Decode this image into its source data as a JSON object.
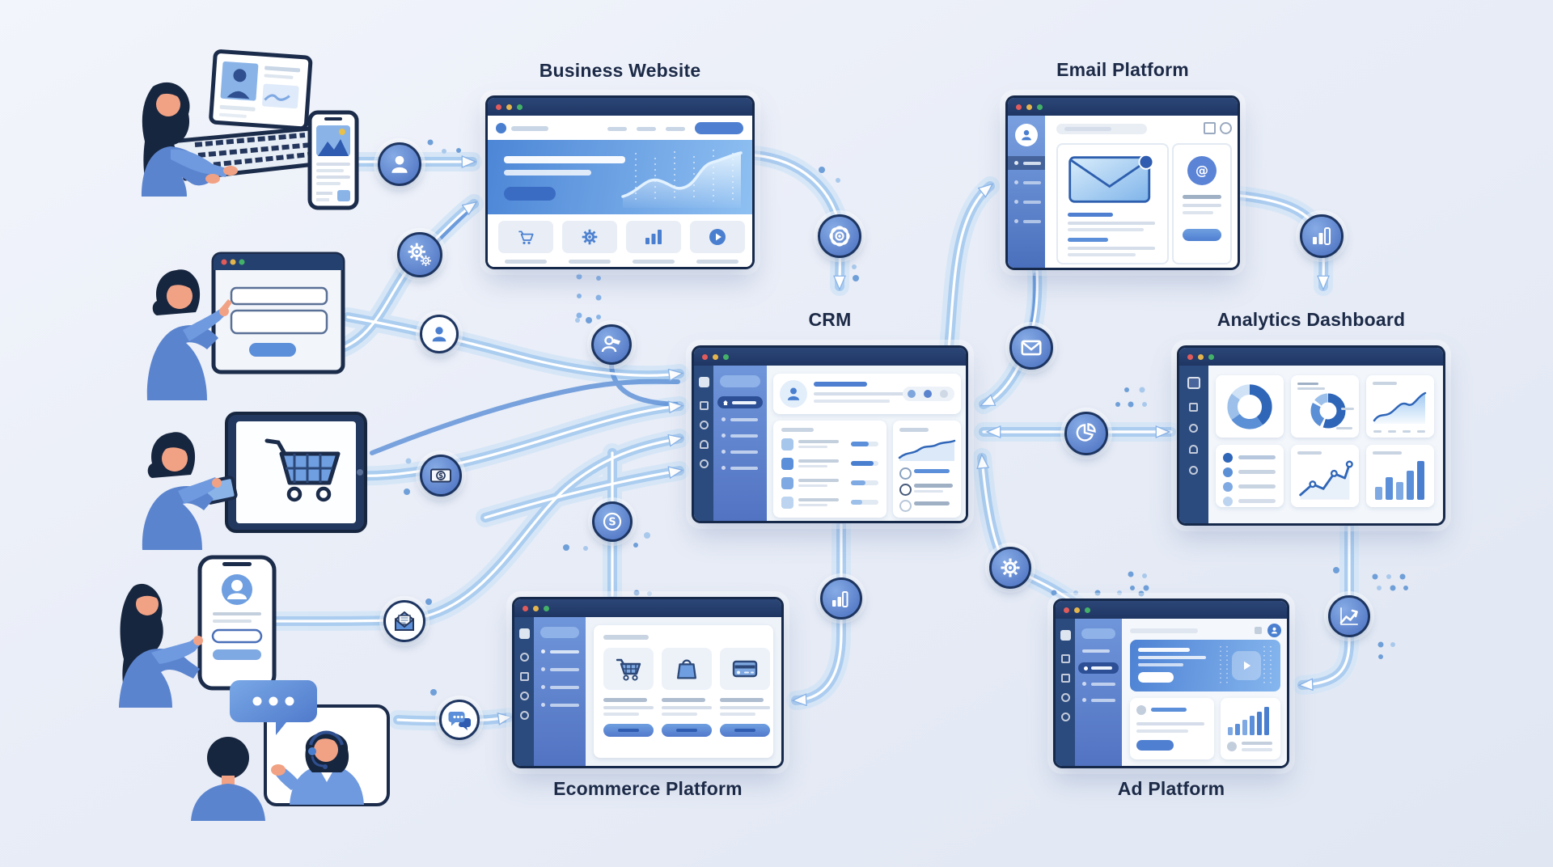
{
  "labels": {
    "business_website": "Business Website",
    "email_platform": "Email Platform",
    "crm": "CRM",
    "analytics_dashboard": "Analytics Dashboard",
    "ecommerce_platform": "Ecommerce Platform",
    "ad_platform": "Ad Platform"
  },
  "figures": [
    "woman-working-on-laptop-with-phone",
    "man-submitting-web-form",
    "man-shopping-on-tablet",
    "woman-using-mobile-app",
    "customer-support-video-chat"
  ],
  "connector_icons": [
    "user",
    "gears",
    "user-outline",
    "cash",
    "mail-open",
    "chat",
    "sync-gear",
    "user-edit",
    "subscription-s",
    "bar-chart",
    "mail",
    "pie-chart",
    "gear",
    "bar-chart-2",
    "trend-up"
  ],
  "colors": {
    "background_top": "#f2f5fb",
    "background_bottom": "#e0e7f3",
    "titlebar": "#20375f",
    "window_border": "#16294a",
    "accent_blue": "#4a7fd0",
    "flow_band": "#a8cbef",
    "flow_glow": "#d3e5f7",
    "traffic_red": "#e15b5b",
    "traffic_yellow": "#e5b54d",
    "traffic_green": "#43b168"
  }
}
